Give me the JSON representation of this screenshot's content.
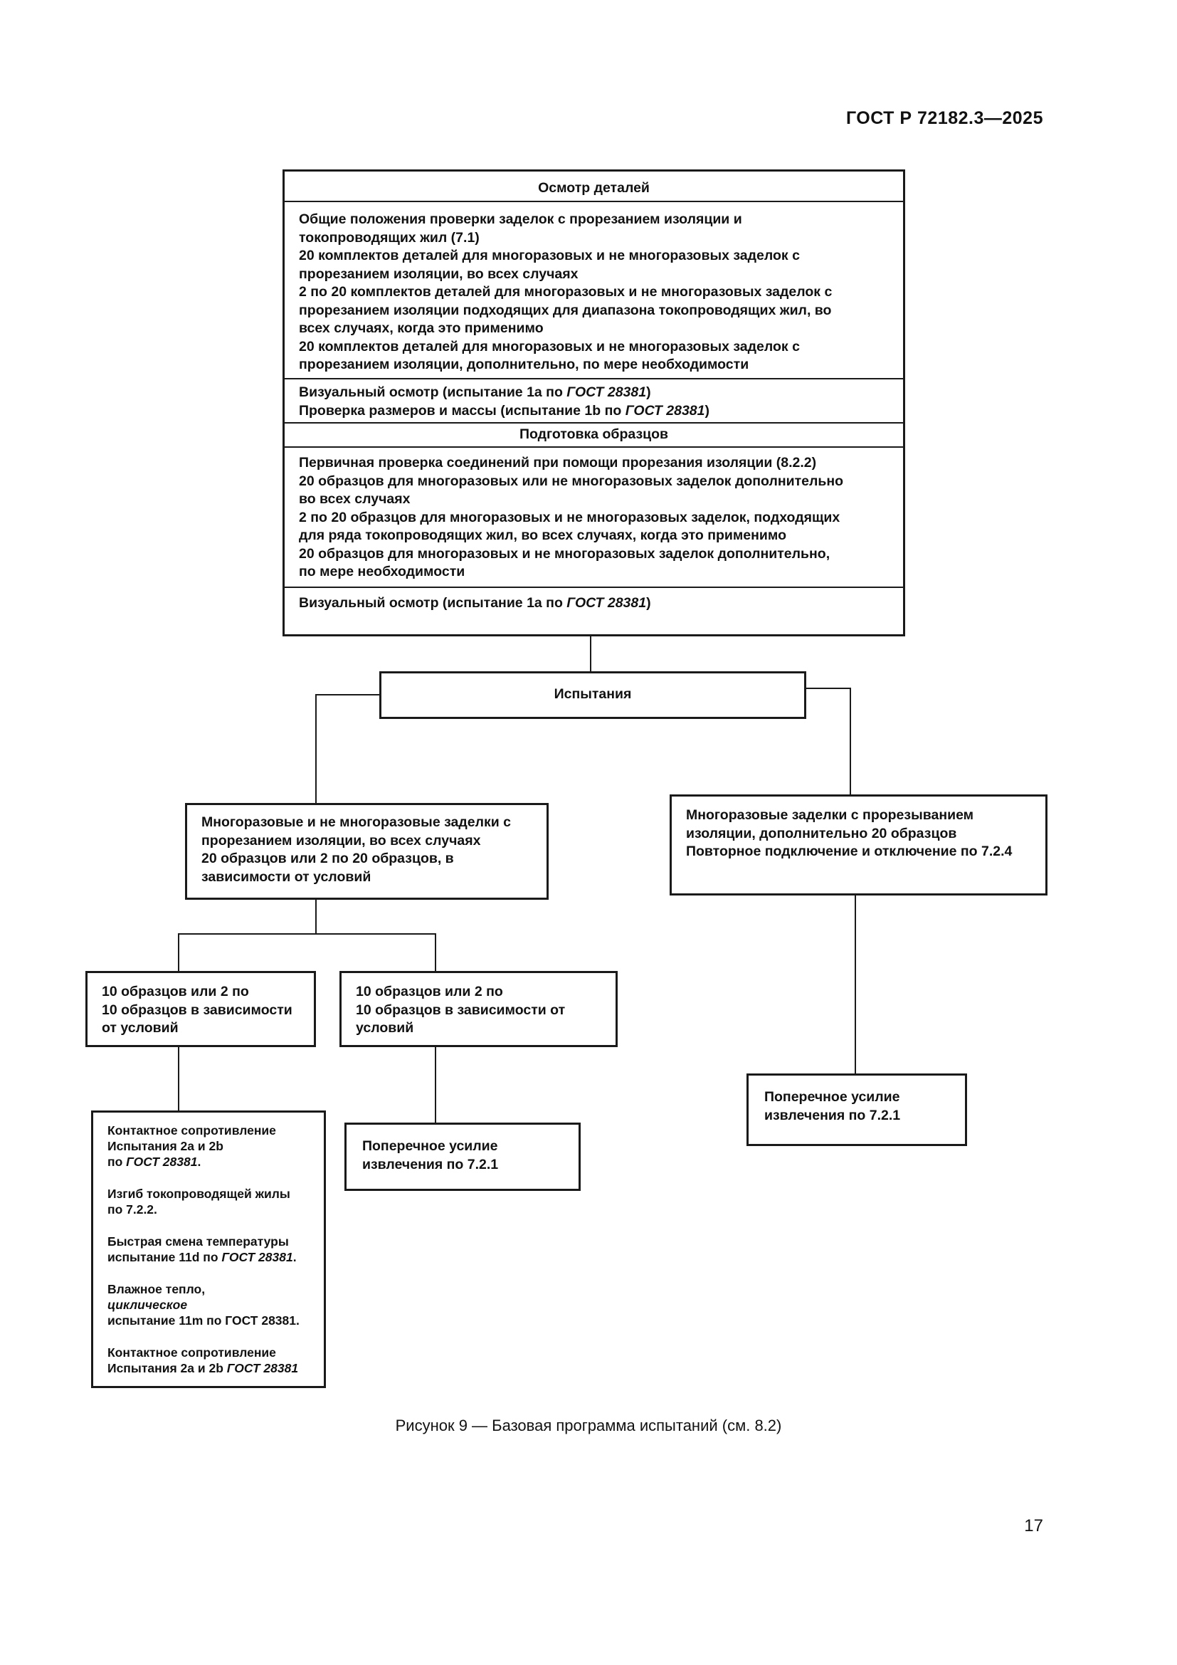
{
  "header": {
    "doc_number": "ГОСТ Р 72182.3—2025"
  },
  "top_block": {
    "title_inspection": "Осмотр деталей",
    "general_lines": [
      "Общие положения проверки заделок с прорезанием изоляции и",
      "токопроводящих жил (7.1)",
      "20 комплектов деталей для многоразовых и не многоразовых заделок с",
      "прорезанием изоляции, во всех случаях",
      "2 по 20 комплектов деталей для многоразовых и не многоразовых заделок с",
      "прорезанием изоляции подходящих для диапазона токопроводящих жил, во",
      "всех случаях, когда это применимо",
      "20 комплектов деталей для многоразовых и не многоразовых заделок с",
      "прорезанием изоляции, дополнительно, по мере необходимости"
    ],
    "visual_line_prefix": "Визуальный осмотр (испытание 1а по ",
    "visual_line_ref": "ГОСТ 28381",
    "visual_line_suffix": ")",
    "dims_line_prefix": "Проверка размеров и массы (испытание 1b по ",
    "dims_line_ref": "ГОСТ 28381",
    "dims_line_suffix": ")",
    "title_prep": "Подготовка образцов",
    "prep_lines": [
      "Первичная проверка соединений при помощи прорезания изоляции (8.2.2)",
      "20 образцов для многоразовых или не многоразовых заделок дополнительно",
      "во всех случаях",
      "2 по 20 образцов для многоразовых и не многоразовых заделок, подходящих",
      "для ряда токопроводящих жил, во всех случаях, когда это применимо",
      "20 образцов для многоразовых и не многоразовых заделок дополнительно,",
      "по мере необходимости"
    ],
    "visual2_prefix": "Визуальный осмотр (испытание 1а по ",
    "visual2_ref": "ГОСТ 28381",
    "visual2_suffix": ")"
  },
  "tests_box": {
    "label": "Испытания"
  },
  "left_branch": {
    "lines": [
      "Многоразовые и не многоразовые заделки с",
      "прорезанием изоляции, во всех случаях",
      "20 образцов или 2 по 20 образцов, в",
      "зависимости от условий"
    ]
  },
  "right_branch": {
    "lines": [
      "Многоразовые заделки с прорезыванием",
      "изоляции, дополнительно 20 образцов",
      "Повторное подключение и отключение по 7.2.4"
    ]
  },
  "sub_left": {
    "lines": [
      "10 образцов или 2 по",
      "10 образцов в зависимости",
      "от условий"
    ]
  },
  "sub_mid": {
    "lines": [
      "10 образцов или 2 по",
      "10 образцов в зависимости от",
      "условий"
    ]
  },
  "detail_box": {
    "g1_l1": "Контактное сопротивление",
    "g1_l2": "Испытания 2а и 2b",
    "g1_l3_prefix": "по ",
    "g1_l3_ref": "ГОСТ 28381",
    "g1_l3_suffix": ".",
    "g2_l1": "Изгиб токопроводящей жилы",
    "g2_l2": "по 7.2.2.",
    "g3_l1": "Быстрая смена температуры",
    "g3_l2_prefix": "испытание 11d по ",
    "g3_l2_ref": "ГОСТ 28381",
    "g3_l2_suffix": ".",
    "g4_l1": "Влажное тепло,",
    "g4_l2": "циклическое",
    "g4_l3": "испытание 11m по ГОСТ 28381.",
    "g5_l1": "Контактное сопротивление",
    "g5_l2_prefix": "Испытания 2а и 2b ",
    "g5_l2_ref": "ГОСТ 28381"
  },
  "pull_mid": {
    "lines": [
      "Поперечное усилие",
      "извлечения по 7.2.1"
    ]
  },
  "pull_right": {
    "lines": [
      "Поперечное усилие",
      "извлечения по 7.2.1"
    ]
  },
  "caption": "Рисунок 9 — Базовая программа испытаний (см. 8.2)",
  "page_number": "17"
}
